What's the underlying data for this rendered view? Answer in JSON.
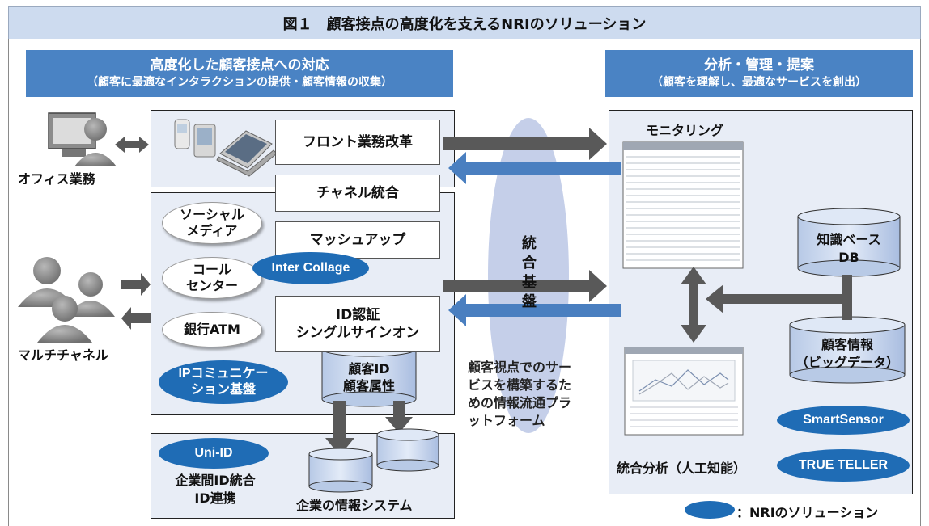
{
  "title": "図１　顧客接点の高度化を支えるNRIのソリューション",
  "left_header": {
    "line1": "高度化した顧客接点への対応",
    "line2": "（顧客に最適なインタラクションの提供・顧客情報の収集）"
  },
  "right_header": {
    "line1": "分析・管理・提案",
    "line2": "（顧客を理解し、最適なサービスを創出）"
  },
  "actors": {
    "office": "オフィス業務",
    "multichannel": "マルチチャネル"
  },
  "boxes": {
    "front": "フロント業務改革",
    "channel": "チャネル統合",
    "mashup": "マッシュアップ",
    "id_auth_line1": "ID認証",
    "id_auth_line2": "シングルサインオン",
    "customer_id_line1": "顧客ID",
    "customer_id_line2": "顧客属性"
  },
  "channels": {
    "social_line1": "ソーシャル",
    "social_line2": "メディア",
    "call_line1": "コール",
    "call_line2": "センター",
    "atm": "銀行ATM"
  },
  "solutions": {
    "inter_collage": "Inter Collage",
    "ip_line1": "IPコミュニケー",
    "ip_line2": "ション基盤",
    "uni_id": "Uni-ID",
    "smartsensor": "SmartSensor",
    "true_teller": "TRUE TELLER"
  },
  "bottom_left": {
    "line1": "企業間ID統合",
    "line2": "ID連携",
    "systems": "企業の情報システム"
  },
  "center": {
    "platform_chars": [
      "統",
      "合",
      "基",
      "盤"
    ],
    "desc_lines": [
      "顧客視点でのサー",
      "ビスを構築するた",
      "めの情報流通プラ",
      "ットフォーム"
    ]
  },
  "right": {
    "monitoring": "モニタリング",
    "knowledge_line1": "知識ベース",
    "knowledge_line2": "DB",
    "cust_info_line1": "顧客情報",
    "cust_info_line2": "（ビッグデータ）",
    "analysis": "統合分析（人工知能）"
  },
  "legend": "：NRIのソリューション",
  "colors": {
    "header_blue": "#4a83c4",
    "solution_blue": "#1f6cb5",
    "arrow_gray": "#595959",
    "arrow_blue": "#4a7fc0",
    "ellipse_lavender": "#c5cfe9",
    "panel_fill": "#e8edf6",
    "db_fill": "#c9d8ee"
  }
}
